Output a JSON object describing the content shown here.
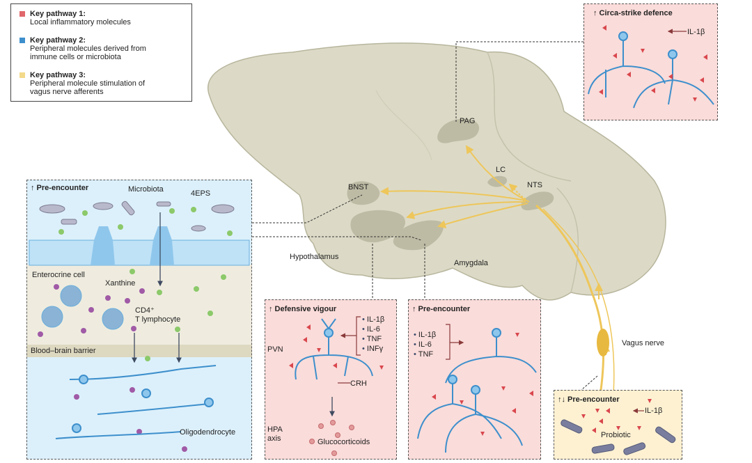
{
  "legend": {
    "items": [
      {
        "title": "Key pathway 1:",
        "desc": "Local inflammatory molecules",
        "color": "#e0676b"
      },
      {
        "title": "Key pathway 2:",
        "desc": "Peripheral molecules derived from immune cells or microbiota",
        "desc_lines": [
          "Peripheral molecules derived from",
          "immune cells or microbiota"
        ],
        "color": "#3d8fcc"
      },
      {
        "title": "Key pathway 3:",
        "desc": "Peripheral molecule stimulation of vagus nerve afferents",
        "desc_lines": [
          "Peripheral molecule stimulation of",
          "vagus nerve afferents"
        ],
        "color": "#f3d98a"
      }
    ]
  },
  "brain": {
    "regions": {
      "pag": "PAG",
      "lc": "LC",
      "nts": "NTS",
      "bnst": "BNST",
      "hypothalamus": "Hypothalamus",
      "amygdala": "Amygdala"
    },
    "vagus_nerve": "Vagus nerve"
  },
  "gut_panel": {
    "title": "↑ Pre-encounter",
    "microbiota": "Microbiota",
    "metabolite": "4EPS",
    "enterocrine": "Enterocrine cell",
    "xanthine": "Xanthine",
    "tcell_line1": "CD4⁺",
    "tcell_line2": "T lymphocyte",
    "bbb": "Blood–brain barrier",
    "oligodendrocyte": "Oligodendrocyte"
  },
  "defensive_panel": {
    "title": "↑ Defensive vigour",
    "region": "PVN",
    "cytokines": [
      "IL-1β",
      "IL-6",
      "TNF",
      "INFγ"
    ],
    "crh": "CRH",
    "axis_line1": "HPA",
    "axis_line2": "axis",
    "glucocorticoids": "Glucocorticoids"
  },
  "amygdala_panel": {
    "title": "↑ Pre-encounter",
    "cytokines": [
      "IL-1β",
      "IL-6",
      "TNF"
    ]
  },
  "pag_panel": {
    "title": "↑ Circa-strike defence",
    "cytokine": "IL-1β"
  },
  "vagus_panel": {
    "title": "↑↓ Pre-encounter",
    "cytokine": "IL-1β",
    "probiotic": "Probiotic"
  },
  "colors": {
    "brain": "#dcdac6",
    "region": "#bdbba4",
    "pathway_yellow": "#eec65a",
    "neuron_blue": "#3d8fcc",
    "pink_panel": "#fadcda",
    "blue_panel": "#dcf0fb",
    "yellow_panel": "#fdf1d2"
  }
}
